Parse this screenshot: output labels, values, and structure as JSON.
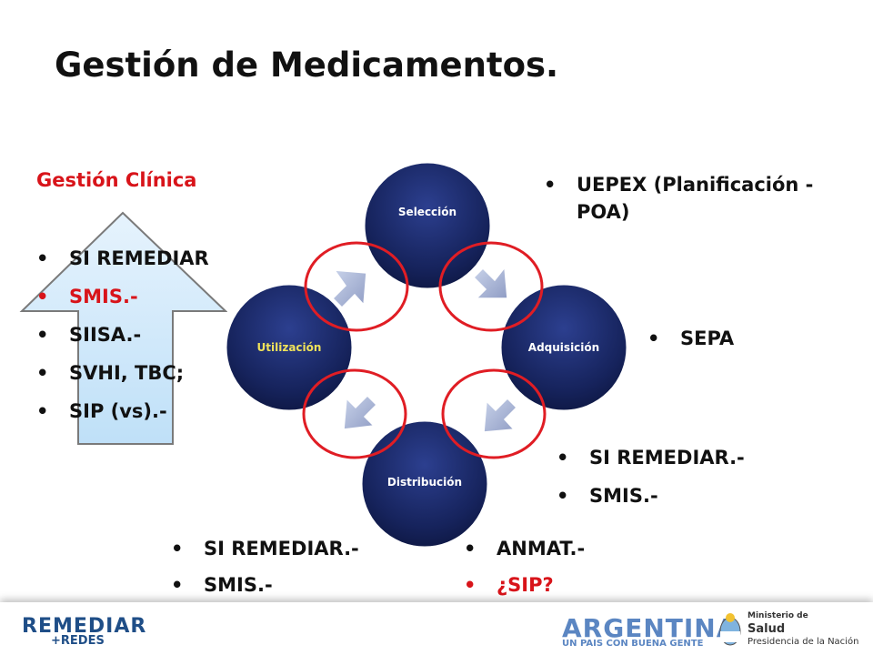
{
  "title": "Gestión de Medicamentos.",
  "gestion_clinica": {
    "heading": "Gestión Clínica",
    "items": [
      {
        "text": "SI REMEDIAR",
        "red": false
      },
      {
        "text": "SMIS.-",
        "red": true
      },
      {
        "text": "SIISA.-",
        "red": false
      },
      {
        "text": "SVHI, TBC;",
        "red": false
      },
      {
        "text": "SIP (vs).-",
        "red": false
      }
    ]
  },
  "cycle": {
    "nodes": {
      "top": "Selección",
      "right": "Adquisición",
      "bottom": "Distribución",
      "left": "Utilización"
    }
  },
  "upex": {
    "items": [
      "UEPEX (Planificación - POA)"
    ]
  },
  "sepa": {
    "items": [
      "SEPA"
    ]
  },
  "distribucion_right": {
    "items": [
      "SI REMEDIAR.-",
      "SMIS.-"
    ]
  },
  "bottom_left": {
    "items": [
      "SI REMEDIAR.-",
      "SMIS.-"
    ]
  },
  "bottom_mid": {
    "items": [
      {
        "text": "ANMAT.-",
        "red": false
      },
      {
        "text": "¿SIP?",
        "red": true
      }
    ]
  },
  "footer": {
    "remediar": "REMEDIAR",
    "redes": "+REDES",
    "argentina": "ARGENTINA",
    "argentina_sub": "UN PAIS CON BUENA GENTE",
    "ministerio": "Ministerio de",
    "salud": "Salud",
    "presidencia": "Presidencia de la Nación"
  },
  "colors": {
    "accent_red": "#d8141a",
    "node_blue": "#1a2a6c",
    "arrow_fill": "#cfe6fa"
  }
}
